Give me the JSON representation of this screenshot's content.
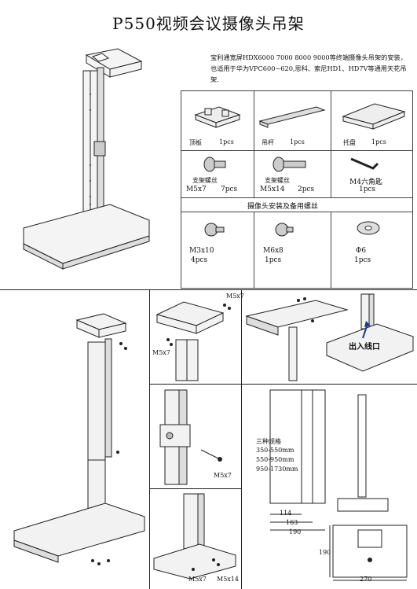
{
  "title": "P550视频会议摄像头吊架",
  "description": "宝利通宽屏HDX6000 7000 8000 9000等终端摄像头吊架的安装，也适用于华为VPC600~620,思科、索尼HD1、HD7V等通用天花吊架.",
  "parts": [
    {
      "name": "顶板",
      "qty": "1pcs"
    },
    {
      "name": "吊杆",
      "qty": "1pcs"
    },
    {
      "name": "托盘",
      "qty": "1pcs"
    },
    {
      "name": "支架螺丝",
      "spec": "M5x7",
      "qty": "7pcs"
    },
    {
      "name": "支架螺丝",
      "spec": "M5x14",
      "qty": "2pcs"
    },
    {
      "name": "M4六角匙",
      "qty": "1pcs"
    }
  ],
  "camera_screws_header": "摄像头安装及备用螺丝",
  "camera_screws": [
    {
      "spec": "M3x10",
      "qty": "4pcs"
    },
    {
      "spec": "M6x8",
      "qty": "1pcs"
    },
    {
      "spec": "Φ6",
      "qty": "1pcs"
    }
  ],
  "callouts": {
    "m5x7_a": "M5x7",
    "m5x7_b": "M5x7",
    "m5x7_c": "M5x7",
    "m5x7_d": "M5x7",
    "m5x14": "M5x14",
    "cable_exit": "出入线口"
  },
  "specs": {
    "heading": "三种规格",
    "sizes": [
      "350-550mm",
      "550-950mm",
      "950-1730mm"
    ]
  },
  "dimensions": {
    "d114": "114",
    "d163": "163",
    "d190": "190",
    "d190_v": "190",
    "d270": "270"
  }
}
